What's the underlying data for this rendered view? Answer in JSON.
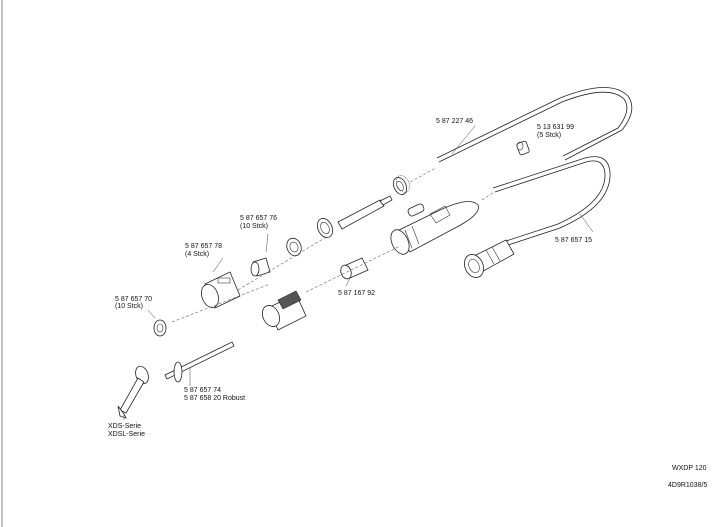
{
  "labels": {
    "tube_a": "5  87  227  46",
    "tube_b": "5  13  631  99",
    "tube_b_qty": "(5  Stck)",
    "cable": "5  87  657  15",
    "ring_76": "5  87  657  76",
    "ring_76_qty": "(10  Stck)",
    "sleeve_78": "5  87  657  78",
    "sleeve_78_qty": "(4  Stck)",
    "washer_70": "5  87  657  70",
    "washer_70_qty": "(10  Stck)",
    "nozzle_92": "5  87  167  92",
    "tip_74": "5  87  657  74",
    "tip_robust": "5  87  658  20  Robust",
    "series_xds": "XDS-Serie",
    "series_xdsl": "XDSL-Serie"
  },
  "footer": {
    "code": "WXDP  120",
    "doc": "4D9R1038/5"
  }
}
